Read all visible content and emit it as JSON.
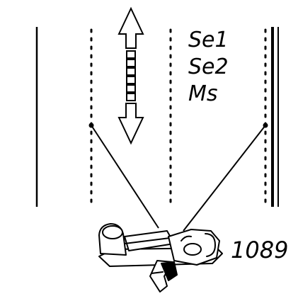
{
  "labels": {
    "se1": "Se1",
    "se2": "Se2",
    "ms": "Ms",
    "part_number": "1089"
  },
  "colors": {
    "ink": "#000000",
    "background": "#ffffff"
  },
  "icons": {
    "arrow": "double-headed-vertical-arrow",
    "device": "clip-on-sensor-device"
  }
}
